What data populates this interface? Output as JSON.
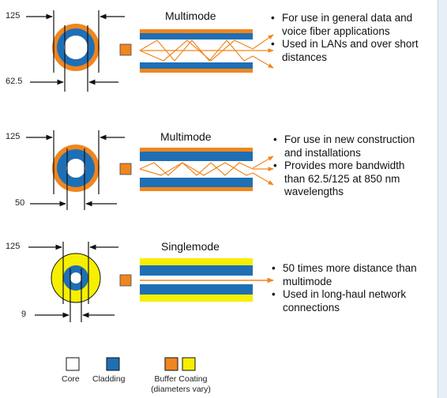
{
  "colors": {
    "core": "#ffffff",
    "cladding": "#1f6fb5",
    "buffer_multimode": "#f0861e",
    "buffer_singlemode": "#f7ef00",
    "light_ray": "#f0861e"
  },
  "sections": [
    {
      "title": "Multimode",
      "outer_dimension": "125",
      "core_dimension": "62.5",
      "bullets": [
        "For use in general data and voice fiber applications",
        "Used in LANs and over short distances"
      ]
    },
    {
      "title": "Multimode",
      "outer_dimension": "125",
      "core_dimension": "50",
      "bullets": [
        "For use in new construction and installations",
        "Provides more bandwidth than 62.5/125 at 850 nm wavelengths"
      ]
    },
    {
      "title": "Singlemode",
      "outer_dimension": "125",
      "core_dimension": "9",
      "bullets": [
        "50 times more distance than multimode",
        "Used in long-haul network connections"
      ]
    }
  ],
  "legend": {
    "core": "Core",
    "cladding": "Cladding",
    "buffer": "Buffer Coating",
    "buffer_note": "(diameters vary)"
  }
}
